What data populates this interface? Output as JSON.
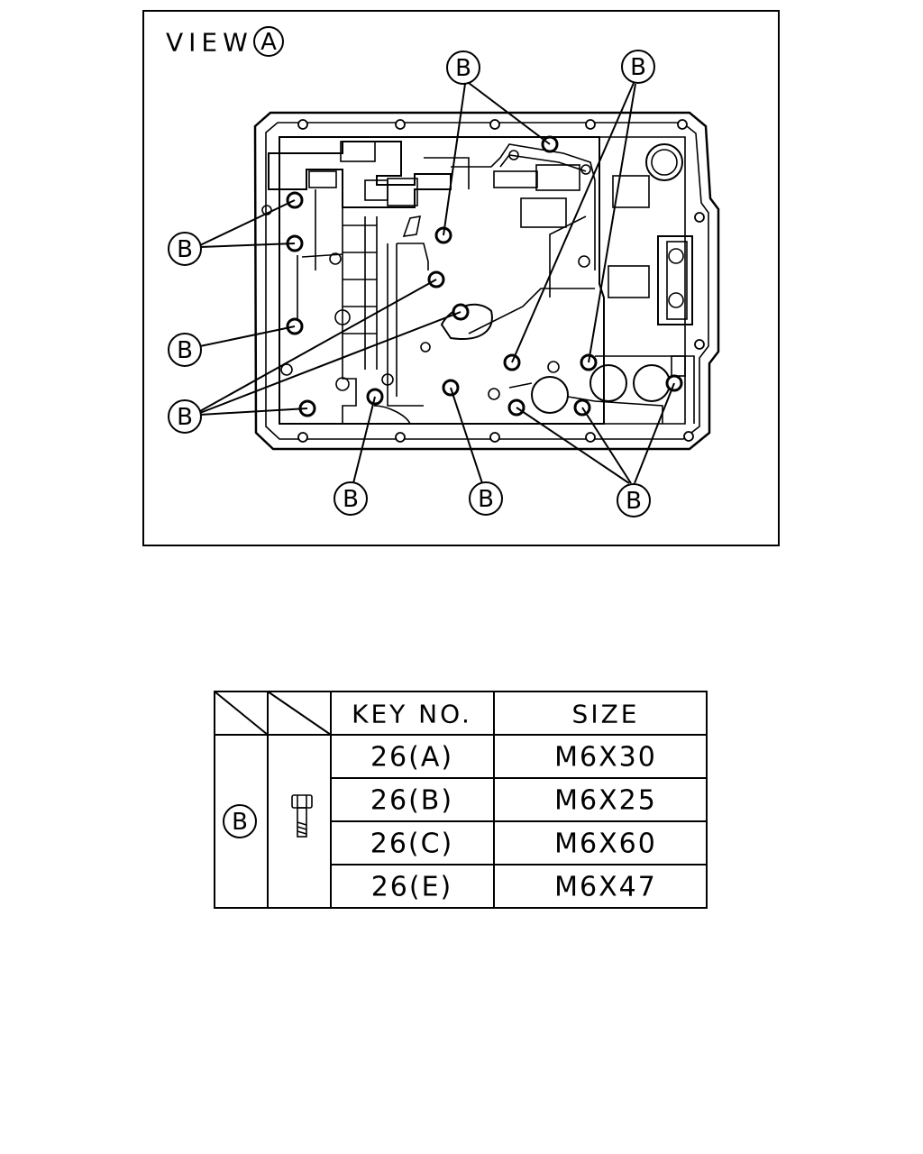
{
  "view": {
    "title": "VIEW",
    "view_ref": "A"
  },
  "bolt_callout_letter": "B",
  "table": {
    "header": {
      "key_no": "KEY NO.",
      "size": "SIZE"
    },
    "group_symbol": "B",
    "rows": [
      {
        "key_no": "26(A)",
        "size": "M6X30"
      },
      {
        "key_no": "26(B)",
        "size": "M6X25"
      },
      {
        "key_no": "26(C)",
        "size": "M6X60"
      },
      {
        "key_no": "26(E)",
        "size": "M6X47"
      }
    ]
  }
}
